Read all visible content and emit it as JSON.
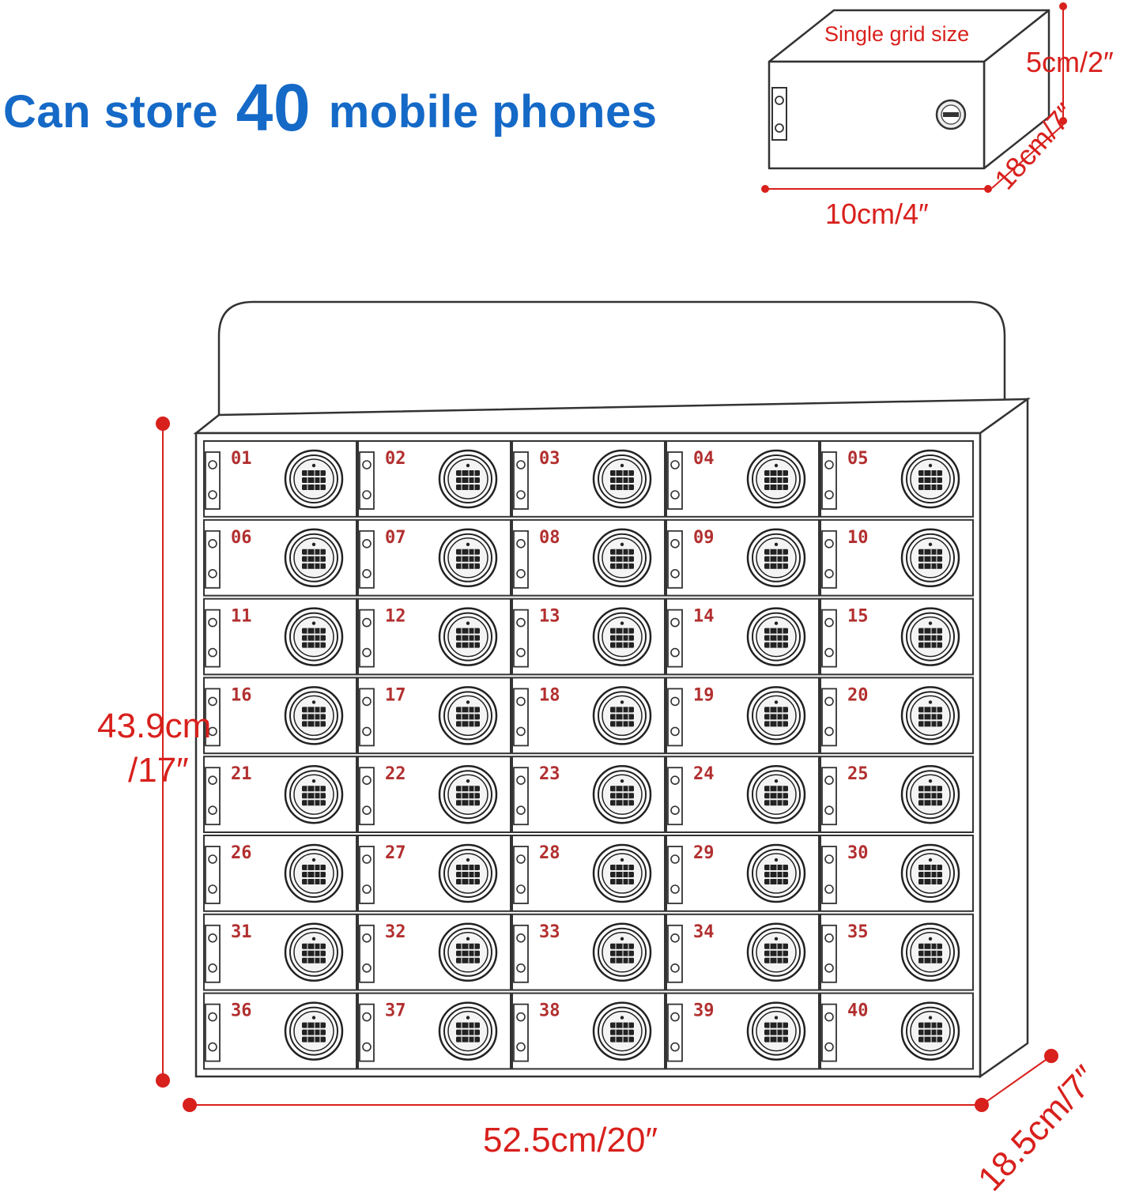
{
  "headline": {
    "prefix": "Can store",
    "number": "40",
    "suffix": "mobile phones",
    "color": "#1569c7"
  },
  "single_grid": {
    "title": "Single grid size",
    "width_label": "10cm/4″",
    "height_label": "5cm/2″",
    "depth_label": "18cm/7″"
  },
  "cabinet": {
    "height_label_line1": "43.9cm",
    "height_label_line2": "/17″",
    "width_label": "52.5cm/20″",
    "depth_label": "18.5cm/7″",
    "rows": 8,
    "columns": 5,
    "cells": [
      "01",
      "02",
      "03",
      "04",
      "05",
      "06",
      "07",
      "08",
      "09",
      "10",
      "11",
      "12",
      "13",
      "14",
      "15",
      "16",
      "17",
      "18",
      "19",
      "20",
      "21",
      "22",
      "23",
      "24",
      "25",
      "26",
      "27",
      "28",
      "29",
      "30",
      "31",
      "32",
      "33",
      "34",
      "35",
      "36",
      "37",
      "38",
      "39",
      "40"
    ]
  },
  "colors": {
    "dimension": "#d8201c",
    "cell_number": "#b22f2f",
    "line": "#333333"
  }
}
